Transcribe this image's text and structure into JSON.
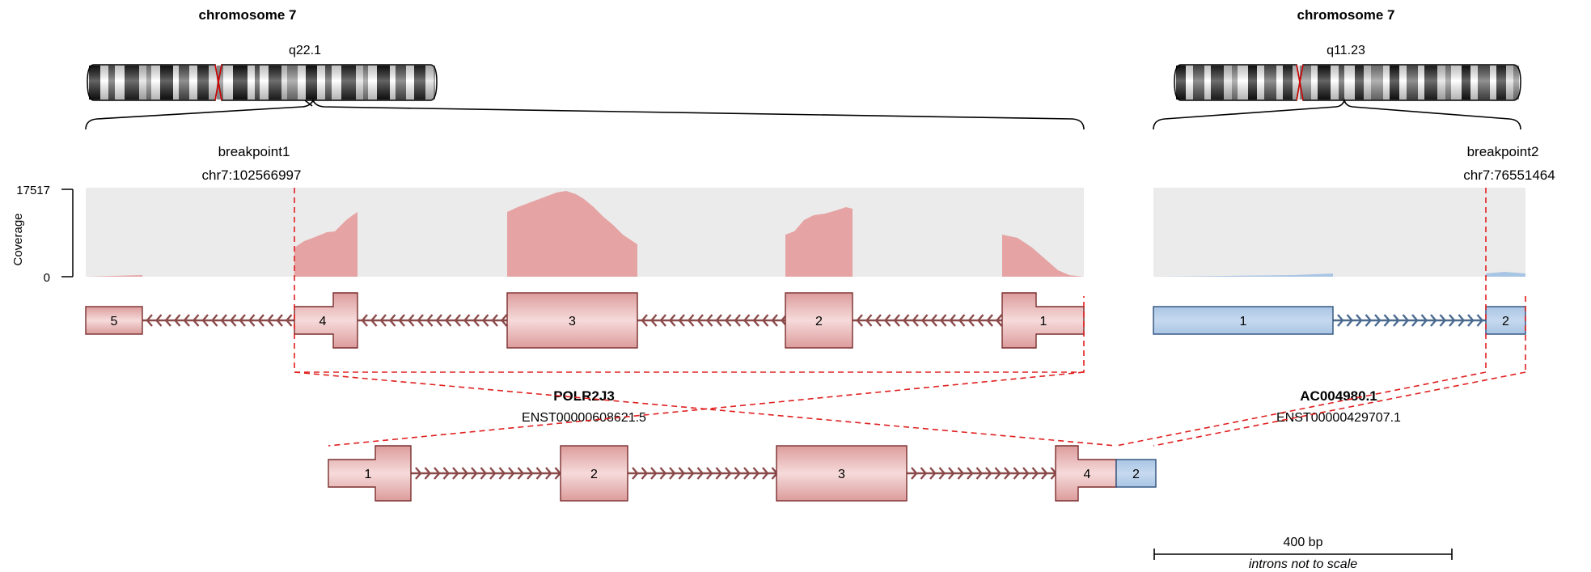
{
  "left_chromosome": {
    "title": "chromosome 7",
    "band": "q22.1"
  },
  "right_chromosome": {
    "title": "chromosome 7",
    "band": "q11.23"
  },
  "breakpoint1": {
    "name": "breakpoint1",
    "position": "chr7:102566997"
  },
  "breakpoint2": {
    "name": "breakpoint2",
    "position": "chr7:76551464"
  },
  "coverage": {
    "axis_label": "Coverage",
    "max_label": "17517",
    "min_label": "0"
  },
  "gene_left": {
    "name": "POLR2J3",
    "transcript": "ENST00000608621.5",
    "color": "#e6a3a3",
    "exons": [
      "5",
      "4",
      "3",
      "2",
      "1"
    ]
  },
  "gene_right": {
    "name": "AC004980.1",
    "transcript": "ENST00000429707.1",
    "color": "#a9c5e4",
    "exons": [
      "1",
      "2"
    ]
  },
  "fusion": {
    "exons": [
      "1",
      "2",
      "3",
      "4",
      "2"
    ]
  },
  "scale_bar": {
    "label": "400 bp",
    "note": "introns not to scale"
  }
}
